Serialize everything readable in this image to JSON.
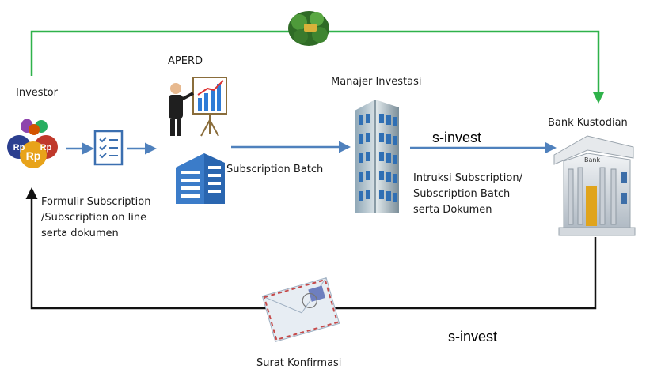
{
  "nodes": {
    "investor": {
      "label": "Investor",
      "coin_labels": [
        "Rp",
        "Rp",
        "Rp"
      ]
    },
    "aperd": {
      "label": "APERD"
    },
    "manajer": {
      "label": "Manajer Investasi"
    },
    "bank": {
      "label": "Bank Kustodian",
      "sign": "Bank"
    }
  },
  "edges": {
    "investor_to_form": {
      "lines": [
        "Formulir Subscription",
        "/Subscription on line",
        "serta dokumen"
      ]
    },
    "aperd_to_mi": {
      "label": "Subscription Batch"
    },
    "mi_to_bank": {
      "system": "s-invest",
      "lines": [
        "Intruksi Subscription/",
        "Subscription Batch",
        "serta Dokumen"
      ]
    },
    "bank_to_investor": {
      "system": "s-invest",
      "label": "Surat Konfirmasi"
    }
  },
  "colors": {
    "top_flow": "#2fb24a",
    "main_flow": "#4f81bd",
    "return_flow": "#111111"
  },
  "icons": [
    "money-bag-icon",
    "checklist-icon",
    "presenter-icon",
    "office-building-icon",
    "tower-building-icon",
    "bank-icon",
    "envelope-icon"
  ]
}
